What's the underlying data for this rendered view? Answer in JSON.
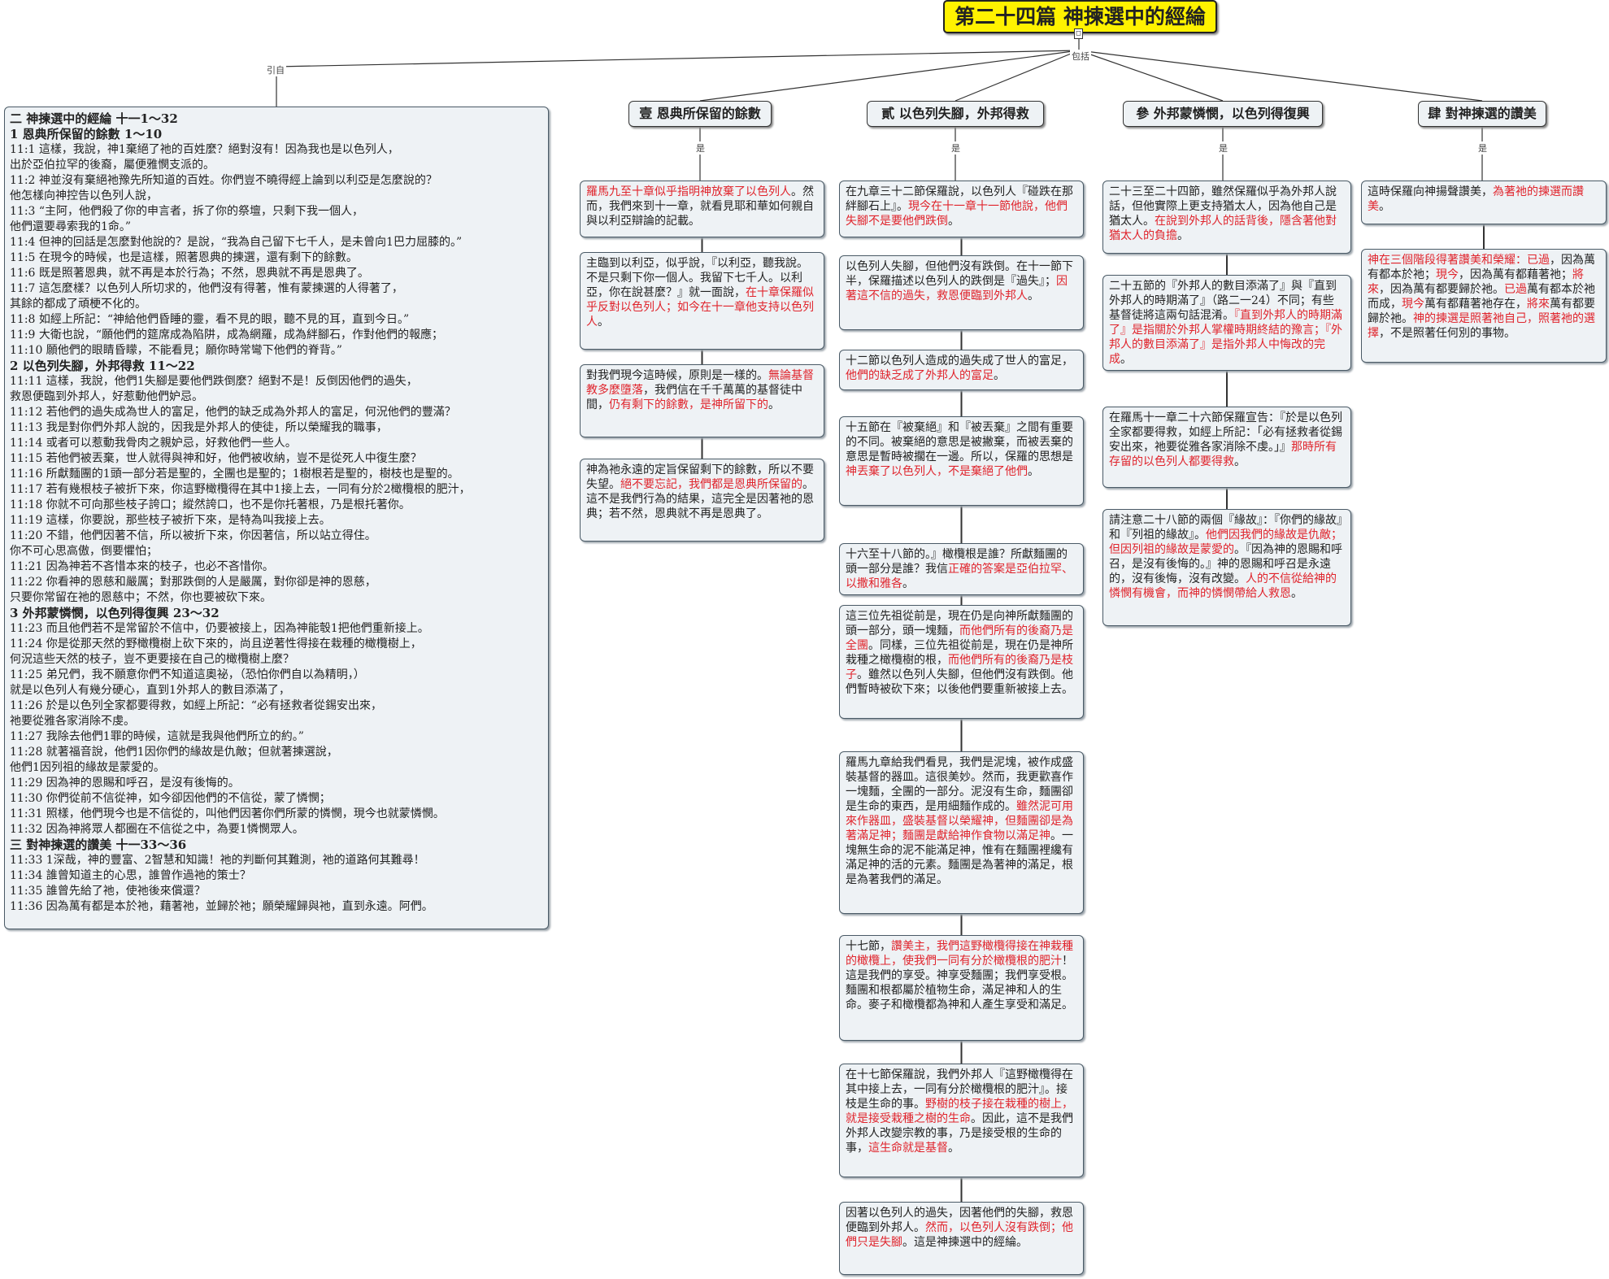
{
  "title": "第二十四篇  神揀選中的經綸",
  "toggle_symbol": "□",
  "edge_labels": {
    "quote": "引自",
    "includes": "包括",
    "is": "是"
  },
  "scripture": [
    {
      "t": "二    神揀選中的經綸    十一1～32",
      "h": true
    },
    {
      "t": "1     恩典所保留的餘數    1～10",
      "h": true
    },
    {
      "t": "11:1    這樣，我說，神1棄絕了祂的百姓麼？絕對沒有！因為我也是以色列人，"
    },
    {
      "t": "出於亞伯拉罕的後裔，屬便雅憫支派的。"
    },
    {
      "t": "11:2    神並沒有棄絕祂豫先所知道的百姓。你們豈不曉得經上論到以利亞是怎麼說的？"
    },
    {
      "t": "他怎樣向神控告以色列人說，"
    },
    {
      "t": "11:3    “主阿，他們殺了你的申言者，拆了你的祭壇，只剩下我一個人，"
    },
    {
      "t": "他們還要尋索我的1命。”"
    },
    {
      "t": "11:4    但神的回話是怎麼對他說的？是說，“我為自己留下七千人，是未曾向1巴力屈膝的。”"
    },
    {
      "t": "11:5    在現今的時候，也是這樣，照著恩典的揀選，還有剩下的餘數。"
    },
    {
      "t": "11:6    既是照著恩典，就不再是本於行為；不然，恩典就不再是恩典了。"
    },
    {
      "t": "11:7    這怎麼樣？以色列人所切求的，他們沒有得著，惟有蒙揀選的人得著了，"
    },
    {
      "t": "其餘的都成了頑梗不化的。"
    },
    {
      "t": "11:8    如經上所記：“神給他們昏睡的靈，看不見的眼，聽不見的耳，直到今日。”"
    },
    {
      "t": "11:9    大衛也說，“願他們的筵席成為陷阱，成為網羅，成為絆腳石，作對他們的報應；"
    },
    {
      "t": "11:10    願他們的眼睛昏矇，不能看見；願你時常彎下他們的脊背。”"
    },
    {
      "t": "2     以色列失腳，外邦得救    11～22",
      "h": true
    },
    {
      "t": "11:11    這樣，我說，他們1失腳是要他們跌倒麼？絕對不是！反倒因他們的過失，"
    },
    {
      "t": "救恩便臨到外邦人，好惹動他們妒忌。"
    },
    {
      "t": "11:12    若他們的過失成為世人的富足，他們的缺乏成為外邦人的富足，何況他們的豐滿？"
    },
    {
      "t": "11:13    我是對你們外邦人說的，因我是外邦人的使徒，所以榮耀我的職事，"
    },
    {
      "t": "11:14    或者可以惹動我骨肉之親妒忌，好救他們一些人。"
    },
    {
      "t": "11:15    若他們被丟棄，世人就得與神和好，他們被收納，豈不是從死人中復生麼？"
    },
    {
      "t": "11:16    所獻麵團的1頭一部分若是聖的，全團也是聖的；1樹根若是聖的，樹枝也是聖的。"
    },
    {
      "t": "11:17    若有幾根枝子被折下來，你這野橄欖得在其中1接上去，一同有分於2橄欖根的肥汁，"
    },
    {
      "t": "11:18    你就不可向那些枝子誇口；縱然誇口，也不是你托著根，乃是根托著你。"
    },
    {
      "t": "11:19    這樣，你要說，那些枝子被折下來，是特為叫我接上去。"
    },
    {
      "t": "11:20    不錯，他們因著不信，所以被折下來，你因著信，所以站立得住。"
    },
    {
      "t": "你不可心思高傲，倒要懼怕；"
    },
    {
      "t": "11:21    因為神若不吝惜本來的枝子，也必不吝惜你。"
    },
    {
      "t": "11:22    你看神的恩慈和嚴厲；對那跌倒的人是嚴厲，對你卻是神的恩慈，"
    },
    {
      "t": "只要你常留在祂的恩慈中；不然，你也要被砍下來。"
    },
    {
      "t": "3     外邦蒙憐憫，以色列得復興    23～32",
      "h": true
    },
    {
      "t": "11:23    而且他們若不是常留於不信中，仍要被接上，因為神能彀1把他們重新接上。"
    },
    {
      "t": "11:24    你是從那天然的野橄欖樹上砍下來的，尚且逆著性得接在栽種的橄欖樹上，"
    },
    {
      "t": "何況這些天然的枝子，豈不更要接在自己的橄欖樹上麼？"
    },
    {
      "t": "11:25    弟兄們，我不願意你們不知道這奧祕，（恐怕你們自以為精明，）"
    },
    {
      "t": "就是以色列人有幾分硬心，直到1外邦人的數目添滿了，"
    },
    {
      "t": "11:26    於是以色列全家都要得救，如經上所記：“必有拯救者從錫安出來，"
    },
    {
      "t": "祂要從雅各家消除不虔。"
    },
    {
      "t": "11:27    我除去他們1罪的時候，這就是我與他們所立的約。”"
    },
    {
      "t": "11:28    就著福音說，他們1因你們的緣故是仇敵；但就著揀選說，"
    },
    {
      "t": "他們1因列祖的緣故是蒙愛的。"
    },
    {
      "t": "11:29    因為神的恩賜和呼召，是沒有後悔的。"
    },
    {
      "t": "11:30    你們從前不信從神，如今卻因他們的不信從，蒙了憐憫；"
    },
    {
      "t": "11:31    照樣，他們現今也是不信從的，叫他們因著你們所蒙的憐憫，現今也就蒙憐憫。"
    },
    {
      "t": "11:32    因為神將眾人都圈在不信從之中，為要1憐憫眾人。"
    },
    {
      "t": "三    對神揀選的讚美    十一33～36",
      "h": true
    },
    {
      "t": "11:33    1深哉，神的豐富、2智慧和知識！祂的判斷何其難測，祂的道路何其難尋！"
    },
    {
      "t": "11:34    誰曾知道主的心思，誰曾作過祂的策士？"
    },
    {
      "t": "11:35    誰曾先給了祂，使祂後來償還？"
    },
    {
      "t": "11:36    因為萬有都是本於祂，藉著祂，並歸於祂；願榮耀歸與祂，直到永遠。阿們。"
    }
  ],
  "sections": [
    {
      "title": "壹  恩典所保留的餘數",
      "notes": [
        [
          [
            "羅馬九至十章似乎指明神放棄了以色列人",
            1
          ],
          [
            "。然而，我們來到十一章，就看見耶和華如何親自與以利亞辯論的記載。",
            0
          ]
        ],
        [
          [
            "主臨到以利亞，似乎說，『以利亞，聽我說。不是只剩下你一個人。我留下七千人。以利亞，你在說甚麼？』就一面說，",
            0
          ],
          [
            "在十章保羅似乎反對以色列人；如今在十一章他支持以色列人",
            1
          ],
          [
            "。",
            0
          ]
        ],
        [
          [
            "對我們現今這時候，原則是一樣的。",
            0
          ],
          [
            "無論基督教多麼墮落",
            1
          ],
          [
            "，我們信在千千萬萬的基督徒中間，",
            0
          ],
          [
            "仍有剩下的餘數，是神所留下的",
            1
          ],
          [
            "。",
            0
          ]
        ],
        [
          [
            "神為祂永遠的定旨保留剩下的餘數，所以不要失望。",
            0
          ],
          [
            "絕不要忘記，我們都是恩典所保留的",
            1
          ],
          [
            "。這不是我們行為的結果，這完全是因著祂的恩典；若不然，恩典就不再是恩典了。",
            0
          ]
        ]
      ]
    },
    {
      "title": "貳  以色列失腳，外邦得救",
      "notes": [
        [
          [
            "在九章三十二節保羅說，以色列人『碰跌在那絆腳石上』。",
            0
          ],
          [
            "現今在十一章十一節他說，他們失腳不是要他們跌倒",
            1
          ],
          [
            "。",
            0
          ]
        ],
        [
          [
            "以色列人失腳，但他們沒有跌倒。在十一節下半，保羅描述以色列人的跌倒是『過失』；",
            0
          ],
          [
            "因著這不信的過失，救恩便臨到外邦人",
            1
          ],
          [
            "。",
            0
          ]
        ],
        [
          [
            "十二節以色列人造成的過失成了世人的富足，",
            0
          ],
          [
            "他們的缺乏成了外邦人的富足",
            1
          ],
          [
            "。",
            0
          ]
        ],
        [
          [
            "十五節在『被棄絕』和『被丟棄』之間有重要的不同。被棄絕的意思是被撇棄，而被丟棄的意思是暫時被擱在一邊。所以，保羅的思想是",
            0
          ],
          [
            "神丟棄了以色列人，不是棄絕了他們",
            1
          ],
          [
            "。",
            0
          ]
        ],
        [
          [
            "十六至十八節的。』橄欖根是誰？所獻麵團的頭一部分是誰？我信",
            0
          ],
          [
            "正確的答案是亞伯拉罕、以撒和雅各",
            1
          ],
          [
            "。",
            0
          ]
        ],
        [
          [
            "這三位先祖從前是，現在仍是向神所獻麵團的頭一部分，頭一塊麵，",
            0
          ],
          [
            "而他們所有的後裔乃是全團",
            1
          ],
          [
            "。同樣，三位先祖從前是，現在仍是神所栽種之橄欖樹的根，",
            0
          ],
          [
            "而他們所有的後裔乃是枝子",
            1
          ],
          [
            "。雖然以色列人失腳，但他們沒有跌倒。他們暫時被砍下來；以後他們要重新被接上去。",
            0
          ]
        ],
        [
          [
            "羅馬九章給我們看見，我們是泥塊，被作成盛裝基督的器皿。這很美妙。然而，我更歡喜作一塊麵，全團的一部分。泥沒有生命，麵團卻是生命的東西，是用細麵作成的。",
            0
          ],
          [
            "雖然泥可用來作器皿，盛裝基督以榮耀神，但麵團卻是為著滿足神；麵團是獻給神作食物以滿足神",
            1
          ],
          [
            "。一塊無生命的泥不能滿足神，惟有在麵團裡纔有滿足神的活的元素。麵團是為著神的滿足，根是為著我們的滿足。",
            0
          ]
        ],
        [
          [
            "十七節，",
            0
          ],
          [
            "讚美主，我們這野橄欖得接在神栽種的橄欖上，使我們一同有分於橄欖根的肥汁",
            1
          ],
          [
            "！這是我們的享受。神享受麵團；我們享受根。麵團和根都屬於植物生命，滿足神和人的生命。麥子和橄欖都為神和人產生享受和滿足。",
            0
          ]
        ],
        [
          [
            "在十七節保羅說，我們外邦人『這野橄欖得在其中接上去，一同有分於橄欖根的肥汁』。接枝是生命的事。",
            0
          ],
          [
            "野樹的枝子接在栽種的樹上，就是接受栽種之樹的生命",
            1
          ],
          [
            "。因此，這不是我們外邦人改變宗教的事，乃是接受根的生命的事，",
            0
          ],
          [
            "這生命就是基督",
            1
          ],
          [
            "。",
            0
          ]
        ],
        [
          [
            "因著以色列人的過失，因著他們的失腳，救恩便臨到外邦人。",
            0
          ],
          [
            "然而，以色列人沒有跌倒；他們只是失腳",
            1
          ],
          [
            "。這是神揀選中的經綸。",
            0
          ]
        ]
      ]
    },
    {
      "title": "參  外邦蒙憐憫，以色列得復興",
      "notes": [
        [
          [
            "二十三至二十四節，雖然保羅似乎為外邦人說話，但他實際上更支持猶太人，因為他自己是猶太人。",
            0
          ],
          [
            "在說到外邦人的話背後，隱含著他對猶太人的負擔",
            1
          ],
          [
            "。",
            0
          ]
        ],
        [
          [
            "二十五節的『外邦人的數目添滿了』與『直到外邦人的時期滿了』（路二一24）不同；有些基督徒將這兩句話混淆。",
            0
          ],
          [
            "『直到外邦人的時期滿了』是指關於外邦人掌權時期終結的豫言；『外邦人的數目添滿了』是指外邦人中悔改的完成",
            1
          ],
          [
            "。",
            0
          ]
        ],
        [
          [
            "在羅馬十一章二十六節保羅宣告：『於是以色列全家都要得救，如經上所記：「必有拯救者從錫安出來，祂要從雅各家消除不虔。」』",
            0
          ],
          [
            "那時所有存留的以色列人都要得救",
            1
          ],
          [
            "。",
            0
          ]
        ],
        [
          [
            "請注意二十八節的兩個『緣故』：『你們的緣故』和『列祖的緣故』。",
            0
          ],
          [
            "他們因我們的緣故是仇敵；但因列祖的緣故是蒙愛的",
            1
          ],
          [
            "。『因為神的恩賜和呼召，是沒有後悔的。』神的恩賜和呼召是永遠的，沒有後悔，沒有改變。",
            0
          ],
          [
            "人的不信從給神的憐憫有機會，而神的憐憫帶給人救恩",
            1
          ],
          [
            "。",
            0
          ]
        ]
      ]
    },
    {
      "title": "肆  對神揀選的讚美",
      "notes": [
        [
          [
            "這時保羅向神揚聲讚美，",
            0
          ],
          [
            "為著祂的揀選而讚美",
            1
          ],
          [
            "。",
            0
          ]
        ],
        [
          [
            "神在三個階段得著讚美和榮耀：",
            1
          ],
          [
            "已過",
            1
          ],
          [
            "，因為萬有都本於祂；",
            0
          ],
          [
            "現今",
            1
          ],
          [
            "，因為萬有都藉著祂；",
            0
          ],
          [
            "將來",
            1
          ],
          [
            "，因為萬有都要歸於祂。",
            0
          ],
          [
            "已過",
            1
          ],
          [
            "萬有都本於祂而成，",
            0
          ],
          [
            "現今",
            1
          ],
          [
            "萬有都藉著祂存在，",
            0
          ],
          [
            "將來",
            1
          ],
          [
            "萬有都要歸於祂。",
            0
          ],
          [
            "神的揀選是照著祂自己，照著祂的選擇",
            1
          ],
          [
            "，不是照著任何別的事物。",
            0
          ]
        ]
      ]
    }
  ]
}
